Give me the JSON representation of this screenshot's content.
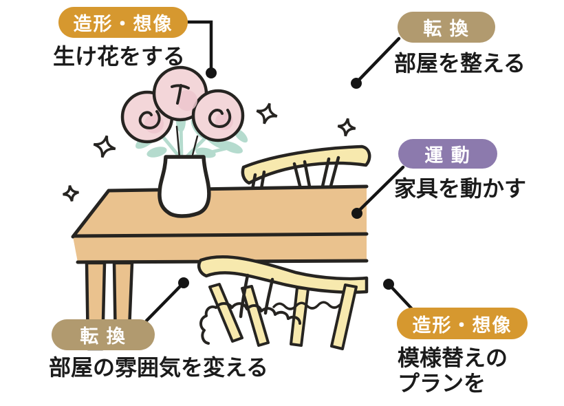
{
  "canvas": {
    "background": "#ffffff"
  },
  "callouts": [
    {
      "badge_label": "造形・想像",
      "badge_color": "#d6982f",
      "text_lines": [
        "生け花をする"
      ]
    },
    {
      "badge_label": "転 換",
      "badge_color": "#b19a6f",
      "text_lines": [
        "部屋を整える"
      ]
    },
    {
      "badge_label": "運 動",
      "badge_color": "#8c7aad",
      "text_lines": [
        "家具を動かす"
      ]
    },
    {
      "badge_label": "転 換",
      "badge_color": "#b19a6f",
      "text_lines": [
        "部屋の雰囲気を変える"
      ]
    },
    {
      "badge_label": "造形・想像",
      "badge_color": "#d6982f",
      "text_lines": [
        "模様替えの",
        "プランを"
      ]
    }
  ],
  "illustration": {
    "icons": [
      "flower-bouquet-icon",
      "vase-icon",
      "table-icon",
      "chair-back-icon",
      "chair-front-icon",
      "sparkle-icon"
    ],
    "colors": {
      "table": "#eac28e",
      "chair": "#f7e9ae",
      "flower_pink": "#f3d6d9",
      "flower_pink_deep": "#ecc6cc",
      "leaf_mint": "#b5dbce",
      "vase_white": "#ffffff",
      "line": "#262421",
      "connector": "#151515",
      "badge_text": "#ffffff",
      "caption_text": "#1b1b1b"
    }
  }
}
